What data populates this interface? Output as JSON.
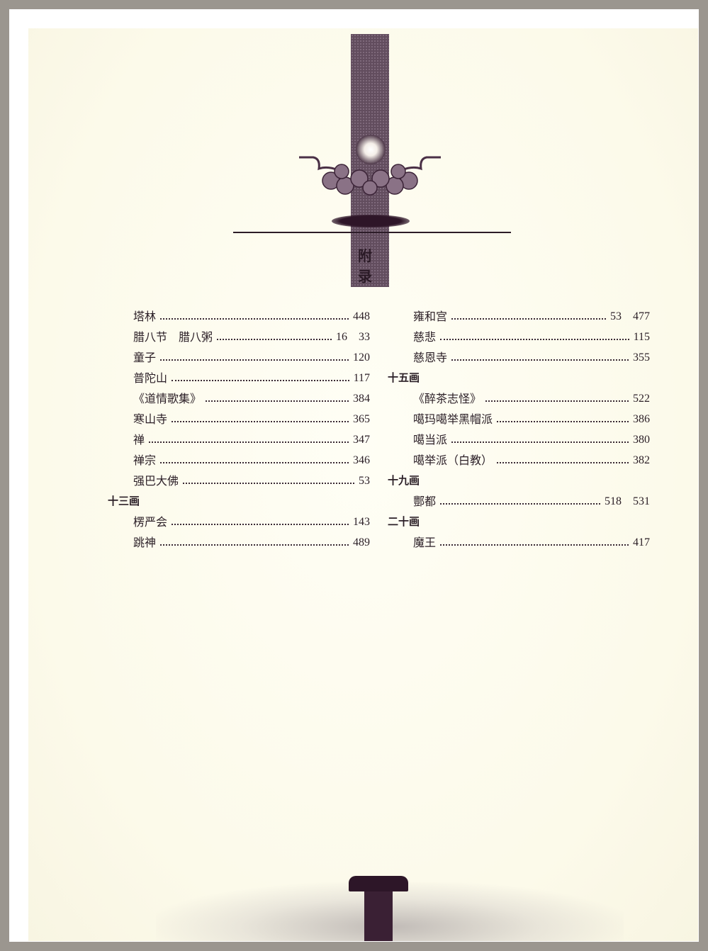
{
  "header": {
    "title": "附录",
    "ornament": "dragon-cloud-pillar"
  },
  "left_column": [
    {
      "type": "entry",
      "term": "塔林",
      "pages": "448"
    },
    {
      "type": "entry",
      "term": "腊八节　腊八粥",
      "pages": "16　33"
    },
    {
      "type": "entry",
      "term": "童子",
      "pages": "120"
    },
    {
      "type": "entry",
      "term": "普陀山",
      "pages": "117"
    },
    {
      "type": "entry",
      "term": "《道情歌集》",
      "pages": "384"
    },
    {
      "type": "entry",
      "term": "寒山寺",
      "pages": "365"
    },
    {
      "type": "entry",
      "term": "禅",
      "pages": "347"
    },
    {
      "type": "entry",
      "term": "禅宗",
      "pages": "346"
    },
    {
      "type": "entry",
      "term": "强巴大佛",
      "pages": "53"
    },
    {
      "type": "heading",
      "term": "十三画"
    },
    {
      "type": "entry",
      "term": "楞严会",
      "pages": "143"
    },
    {
      "type": "entry",
      "term": "跳神",
      "pages": "489"
    }
  ],
  "right_column": [
    {
      "type": "entry",
      "term": "雍和宫",
      "pages": "53　477"
    },
    {
      "type": "entry",
      "term": "慈悲",
      "pages": "115"
    },
    {
      "type": "entry",
      "term": "慈恩寺",
      "pages": "355"
    },
    {
      "type": "heading",
      "term": "十五画"
    },
    {
      "type": "entry",
      "term": "《醉茶志怪》",
      "pages": "522"
    },
    {
      "type": "entry",
      "term": "噶玛噶举黑帽派",
      "pages": "386"
    },
    {
      "type": "entry",
      "term": "噶当派",
      "pages": "380"
    },
    {
      "type": "entry",
      "term": "噶举派（白教）",
      "pages": "382"
    },
    {
      "type": "heading",
      "term": "十九画"
    },
    {
      "type": "entry",
      "term": "酆都",
      "pages": "518　531"
    },
    {
      "type": "heading",
      "term": "二十画"
    },
    {
      "type": "entry",
      "term": "魔王",
      "pages": "417"
    }
  ]
}
